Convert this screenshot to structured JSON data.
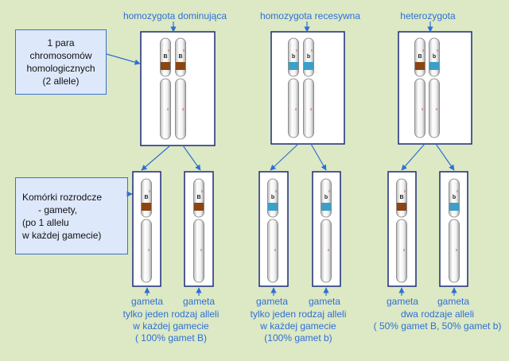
{
  "genotypes": {
    "dominant": {
      "title": "homozygota dominująca"
    },
    "recessive": {
      "title": "homozygota recesywna"
    },
    "hetero": {
      "title": "heterozygota"
    }
  },
  "notes": {
    "pair": [
      "1 para",
      "chromosomów",
      "homologicznych",
      "(2 allele)"
    ],
    "gametes": [
      "Komórki rozrodcze",
      "- gamety,",
      "(po 1 allelu",
      "w każdej gamecie)"
    ]
  },
  "alleles": {
    "dominant": "B",
    "recessive": "b"
  },
  "gamete_label": "gameta",
  "captions": {
    "dominant": [
      "tylko jeden rodzaj alleli",
      "w każdej gamecie",
      "( 100% gamet B)"
    ],
    "recessive": [
      "tylko jeden rodzaj alleli",
      "w każdej gamecie",
      "(100% gamet b)"
    ],
    "hetero": [
      "dwa rodzaje alleli",
      "( 50% gamet B, 50% gamet b)"
    ]
  },
  "colors": {
    "background": "#dce9c4",
    "accent": "#2f6fd6",
    "allele_B": "#8b4513",
    "allele_b": "#3aa0c8",
    "box_border": "#1a2a7a"
  }
}
